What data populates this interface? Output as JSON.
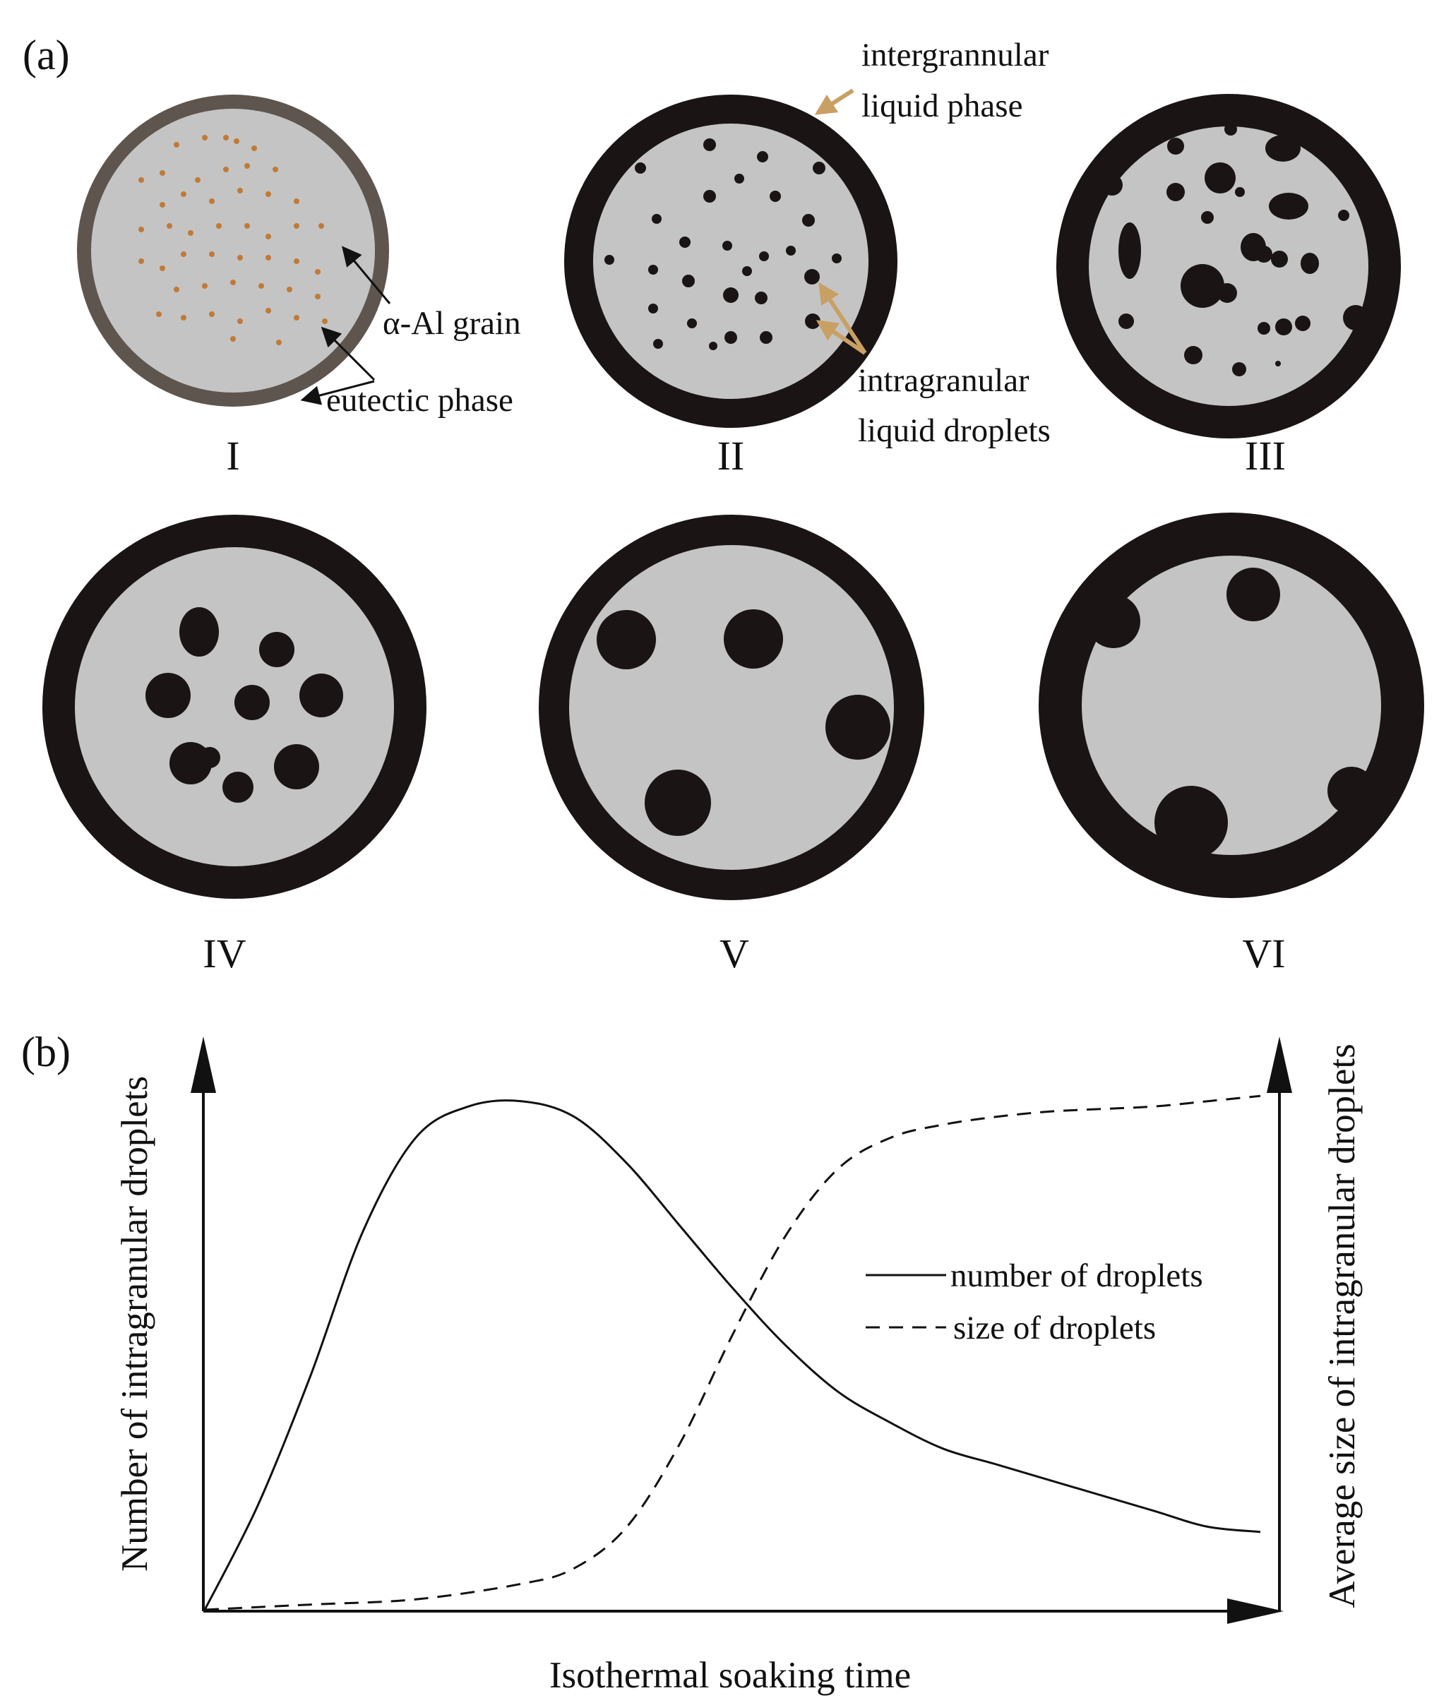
{
  "panel_a": {
    "label": "(a)",
    "annotations": {
      "intergranular_line1": "intergrannular",
      "intergranular_line2": "liquid phase",
      "alpha_al": "α-Al grain",
      "eutectic": "eutectic phase",
      "intragranular_line1": "intragranular",
      "intragranular_line2": "liquid droplets"
    },
    "stages": [
      "I",
      "II",
      "III",
      "IV",
      "V",
      "VI"
    ]
  },
  "panel_b": {
    "label": "(b)",
    "xlabel": "Isothermal soaking time",
    "ylabel_left": "Number of intragranular droplets",
    "ylabel_right": "Average size of intragranular droplets",
    "legend": {
      "solid": "number of droplets",
      "dashed": "size of droplets"
    }
  },
  "colors": {
    "grain": "#c4c4c4",
    "liquid": "#1a1414",
    "eutectic_ring": "#5e554f",
    "eutectic_dot": "#c07a38",
    "arrow_gold": "#c9a064"
  },
  "chart_data": {
    "type": "line",
    "xlabel": "Isothermal soaking time",
    "ylabel": "Number of intragranular droplets",
    "ylabel_right": "Average size of intragranular droplets",
    "series": [
      {
        "name": "number of droplets",
        "style": "solid",
        "x": [
          0,
          0.05,
          0.1,
          0.15,
          0.2,
          0.25,
          0.3,
          0.35,
          0.4,
          0.45,
          0.5,
          0.55,
          0.6,
          0.65,
          0.7,
          0.75,
          0.8,
          0.85,
          0.9,
          0.95,
          1.0
        ],
        "y": [
          0,
          0.2,
          0.45,
          0.73,
          0.91,
          0.97,
          0.98,
          0.95,
          0.86,
          0.74,
          0.62,
          0.51,
          0.42,
          0.36,
          0.31,
          0.28,
          0.25,
          0.22,
          0.19,
          0.16,
          0.15
        ]
      },
      {
        "name": "size of droplets",
        "style": "dashed",
        "x": [
          0,
          0.1,
          0.2,
          0.3,
          0.35,
          0.4,
          0.45,
          0.5,
          0.55,
          0.6,
          0.65,
          0.7,
          0.75,
          0.8,
          0.85,
          0.9,
          0.95,
          1.0
        ],
        "y": [
          0,
          0.01,
          0.02,
          0.05,
          0.08,
          0.16,
          0.32,
          0.53,
          0.72,
          0.85,
          0.91,
          0.935,
          0.95,
          0.96,
          0.965,
          0.97,
          0.98,
          0.99
        ]
      }
    ],
    "grid": false
  }
}
